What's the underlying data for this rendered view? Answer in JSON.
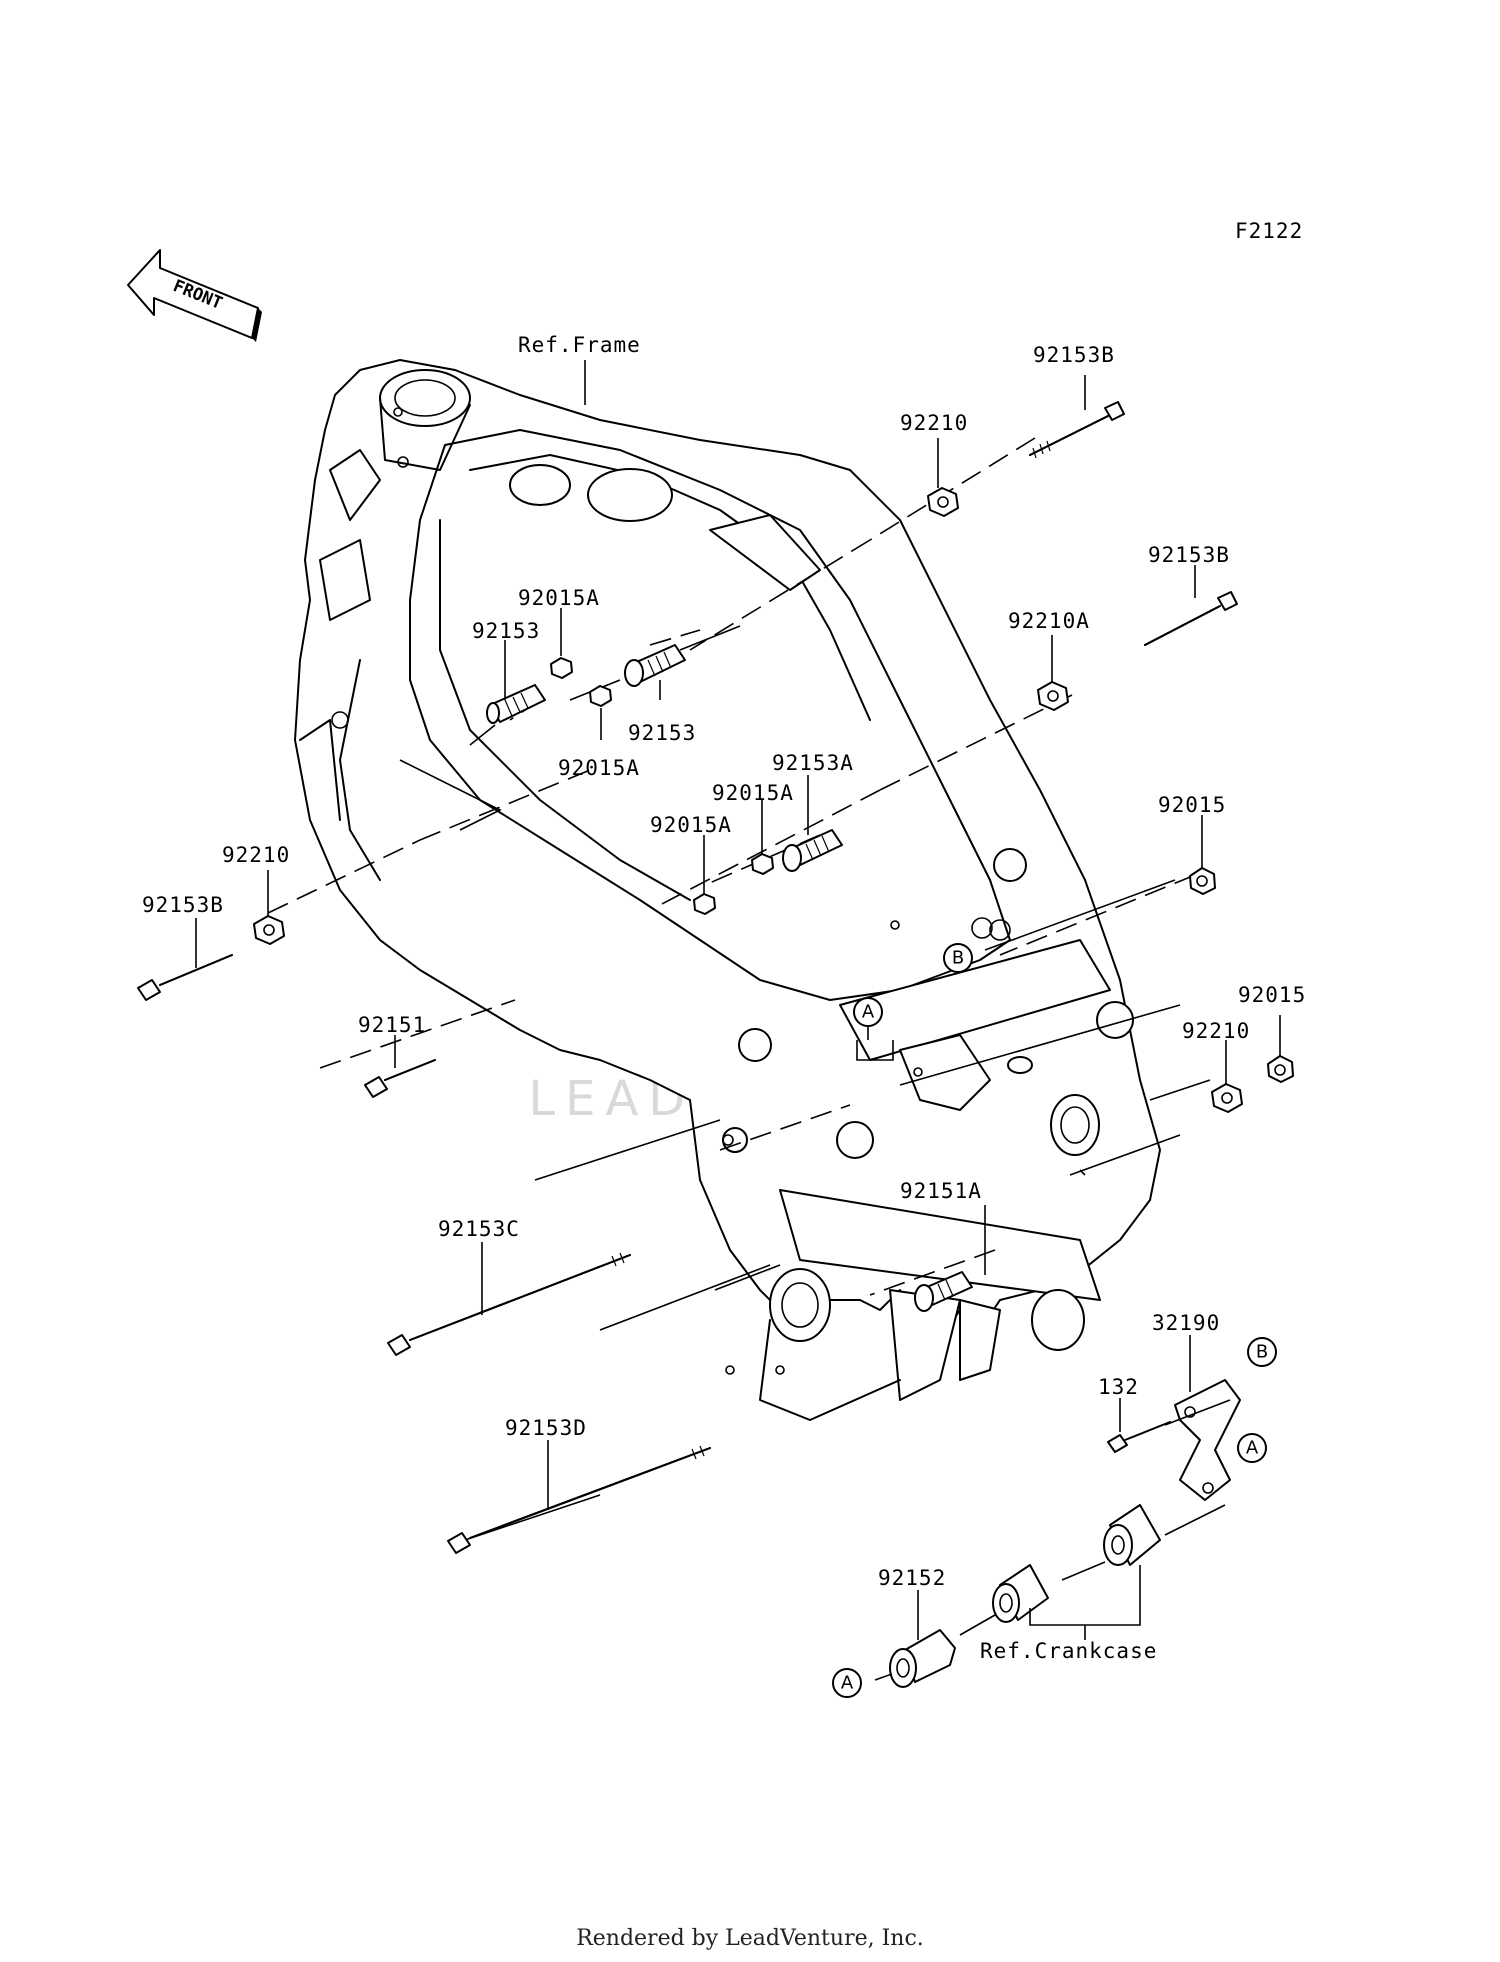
{
  "diagram_code": "F2122",
  "front_label": "FRONT",
  "ref_frame": "Ref.Frame",
  "ref_crankcase": "Ref.Crankcase",
  "watermark": "LEADVENTURE",
  "footer": "Rendered by LeadVenture, Inc.",
  "labels": [
    {
      "id": "p1",
      "text": "92153B"
    },
    {
      "id": "p2",
      "text": "92210"
    },
    {
      "id": "p3",
      "text": "92153B"
    },
    {
      "id": "p4",
      "text": "92210A"
    },
    {
      "id": "p5",
      "text": "92015A"
    },
    {
      "id": "p6",
      "text": "92153"
    },
    {
      "id": "p7",
      "text": "92153"
    },
    {
      "id": "p8",
      "text": "92015A"
    },
    {
      "id": "p9",
      "text": "92153A"
    },
    {
      "id": "p10",
      "text": "92015A"
    },
    {
      "id": "p11",
      "text": "92015A"
    },
    {
      "id": "p12",
      "text": "92015"
    },
    {
      "id": "p13",
      "text": "92210"
    },
    {
      "id": "p14",
      "text": "92153B"
    },
    {
      "id": "p15",
      "text": "92151"
    },
    {
      "id": "p16",
      "text": "92015"
    },
    {
      "id": "p17",
      "text": "92210"
    },
    {
      "id": "p18",
      "text": "92151A"
    },
    {
      "id": "p19",
      "text": "92153C"
    },
    {
      "id": "p20",
      "text": "32190"
    },
    {
      "id": "p21",
      "text": "132"
    },
    {
      "id": "p22",
      "text": "92153D"
    },
    {
      "id": "p23",
      "text": "92152"
    }
  ],
  "callouts": [
    {
      "id": "c1",
      "text": "B"
    },
    {
      "id": "c2",
      "text": "A"
    },
    {
      "id": "c3",
      "text": "B"
    },
    {
      "id": "c4",
      "text": "A"
    },
    {
      "id": "c5",
      "text": "A"
    }
  ]
}
